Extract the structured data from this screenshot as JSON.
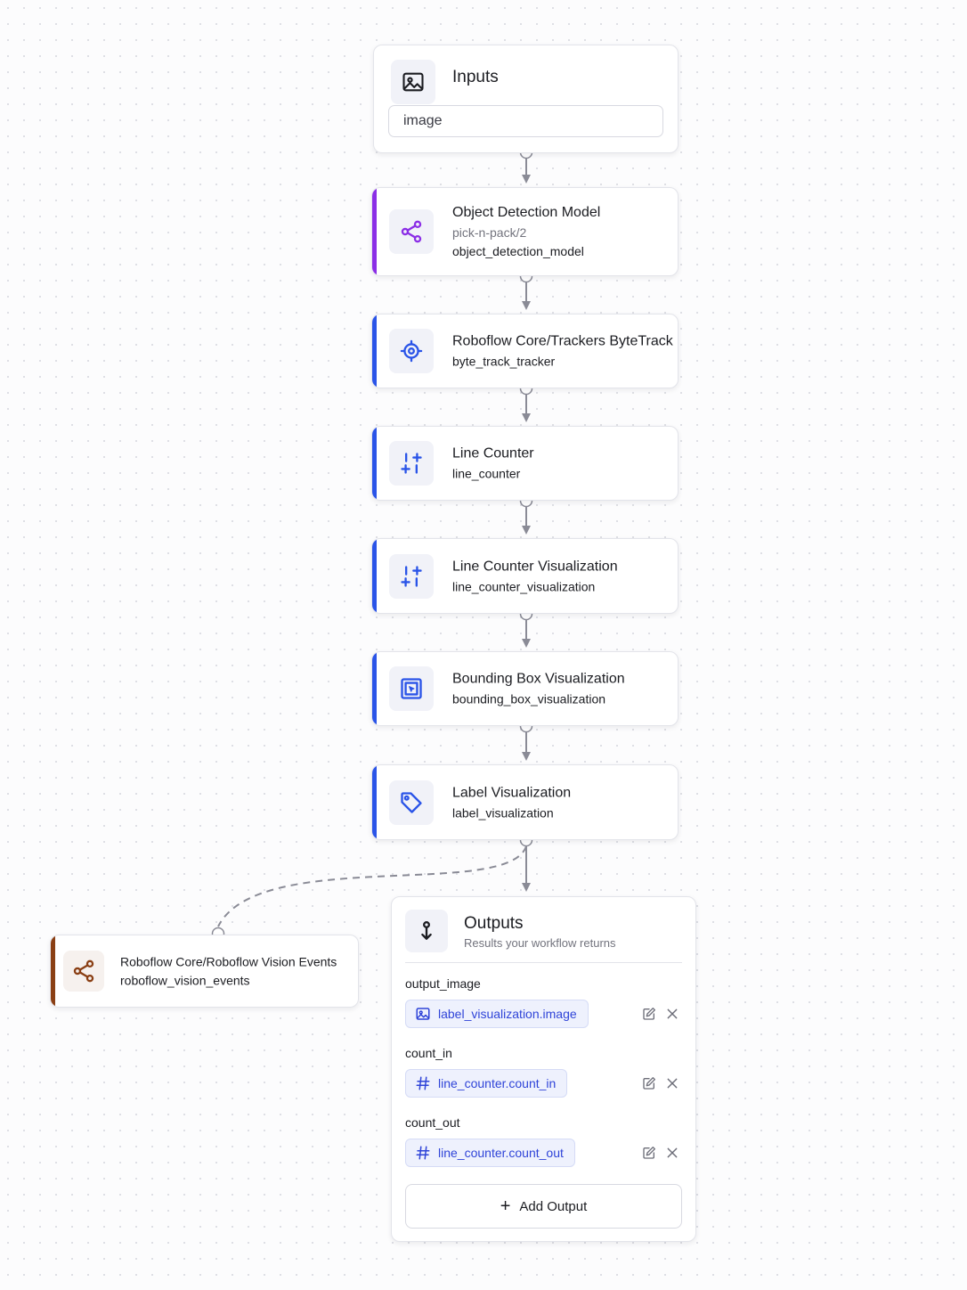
{
  "inputs": {
    "title": "Inputs",
    "fields": [
      "image"
    ]
  },
  "nodes": [
    {
      "title": "Object Detection Model",
      "subtitle": "pick-n-pack/2",
      "id": "object_detection_model",
      "icon": "share-nodes-icon",
      "accent": "#8b2ee6"
    },
    {
      "title": "Roboflow Core/Trackers ByteTrack",
      "id": "byte_track_tracker",
      "icon": "crosshair-icon",
      "accent": "#2a54e8"
    },
    {
      "title": "Line Counter",
      "id": "line_counter",
      "icon": "counter-icon",
      "accent": "#2a54e8"
    },
    {
      "title": "Line Counter Visualization",
      "id": "line_counter_visualization",
      "icon": "counter-icon",
      "accent": "#2a54e8"
    },
    {
      "title": "Bounding Box Visualization",
      "id": "bounding_box_visualization",
      "icon": "bounding-box-icon",
      "accent": "#2a54e8"
    },
    {
      "title": "Label Visualization",
      "id": "label_visualization",
      "icon": "tag-icon",
      "accent": "#2a54e8"
    }
  ],
  "side_node": {
    "title": "Roboflow Core/Roboflow Vision Events",
    "id": "roboflow_vision_events",
    "icon": "share-nodes-icon",
    "accent": "#8a3f14"
  },
  "outputs": {
    "title": "Outputs",
    "subtitle": "Results your workflow returns",
    "items": [
      {
        "name": "output_image",
        "value": "label_visualization.image",
        "icon": "image-icon"
      },
      {
        "name": "count_in",
        "value": "line_counter.count_in",
        "icon": "hash-icon"
      },
      {
        "name": "count_out",
        "value": "line_counter.count_out",
        "icon": "hash-icon"
      }
    ],
    "add_label": "Add Output"
  },
  "colors": {
    "chip_text": "#2f44d8",
    "connector": "#8a8b96"
  }
}
